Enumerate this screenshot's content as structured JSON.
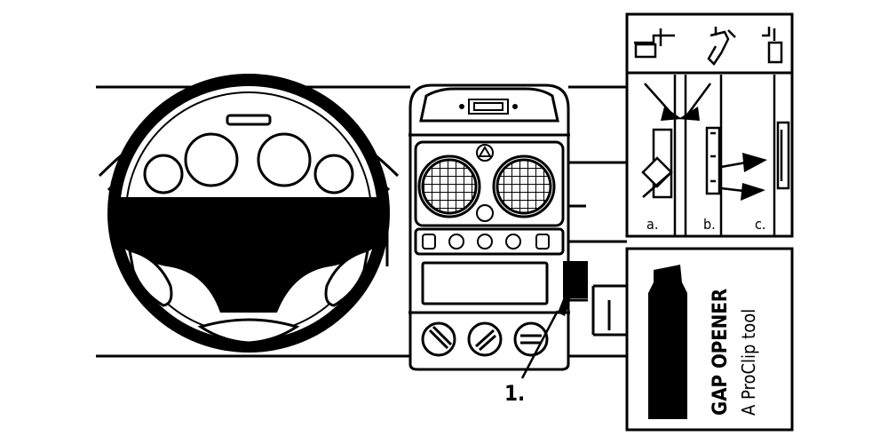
{
  "callout": {
    "number": "1."
  },
  "step_panel": {
    "labels": [
      "a.",
      "b.",
      "c."
    ],
    "top_icons": [
      "mount-step-icon",
      "clip-hand-icon",
      "clip-insert-icon"
    ]
  },
  "tool_panel": {
    "line1": "GAP OPENER",
    "line2": "A ProClip tool"
  },
  "colors": {
    "ink": "#000000",
    "paper": "#ffffff"
  }
}
